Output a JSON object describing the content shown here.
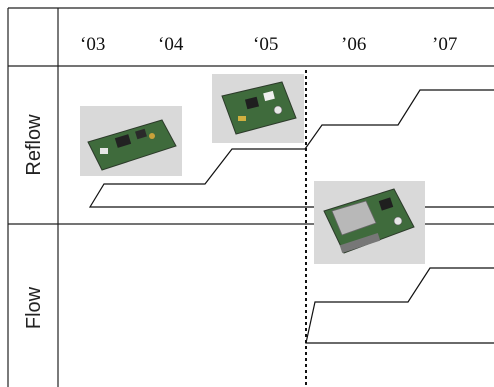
{
  "timeline": {
    "years": [
      "‘03",
      "‘04",
      "‘05",
      "’06",
      "’07"
    ]
  },
  "rows": [
    {
      "label": "Reflow"
    },
    {
      "label": "Flow"
    }
  ],
  "colors": {
    "grid": "#222222",
    "outline": "#111111",
    "board_green": "#3f6b3c",
    "board_dark": "#2c3a2a",
    "photo_bg": "#d9d9d9",
    "shield_metal": "#b8b8b8"
  },
  "icons": [
    "pcb-board-photo",
    "pcb-board-photo",
    "pcb-board-with-shield-photo"
  ]
}
